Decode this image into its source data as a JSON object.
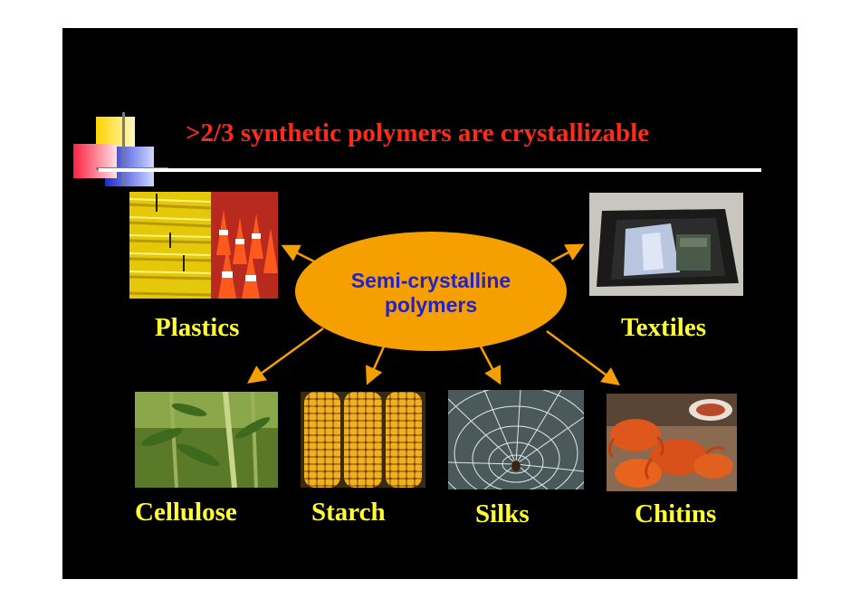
{
  "slide": {
    "title": ">2/3 synthetic polymers are crystallizable",
    "hub": {
      "line1": "Semi-crystalline",
      "line2": "polymers"
    },
    "categories": {
      "plastics": "Plastics",
      "textiles": "Textiles",
      "cellulose": "Cellulose",
      "starch": "Starch",
      "silks": "Silks",
      "chitins": "Chitins"
    },
    "colors": {
      "background": "#000000",
      "title": "#ff2a1a",
      "labels": "#ffff33",
      "hub_fill": "#f5a000",
      "hub_text": "#2222cc",
      "arrows": "#f5a000"
    }
  }
}
